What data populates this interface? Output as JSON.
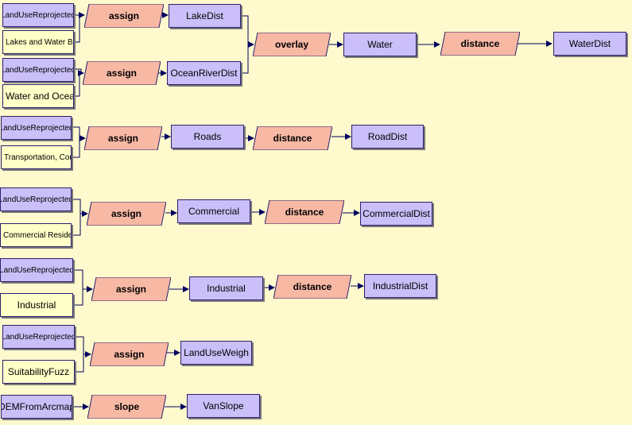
{
  "colors": {
    "background": "#FFFACD",
    "data_fill": "#CABFF8",
    "input_fill": "#FFFFC8",
    "tool_fill": "#F7B8A4",
    "border": "#2a1f6e",
    "wire": "#000060"
  },
  "model": {
    "row1": {
      "in_a": "LandUseReprojected",
      "in_b": "Lakes and Water Bodies",
      "tool": "assign",
      "out": "LakeDist"
    },
    "row2": {
      "in_a": "LandUseReprojected",
      "in_b": "Water and Ocean",
      "tool": "assign",
      "out": "OceanRiverDist"
    },
    "overlay": {
      "tool": "overlay",
      "out": "Water",
      "tool2": "distance",
      "out2": "WaterDist"
    },
    "row3": {
      "in_a": "LandUseReprojected",
      "in_b": "Transportation, Communication",
      "tool": "assign",
      "out": "Roads",
      "tool2": "distance",
      "out2": "RoadDist"
    },
    "row4": {
      "in_a": "LandUseReprojected",
      "in_b": "Commercial Residential",
      "tool": "assign",
      "out": "Commercial",
      "tool2": "distance",
      "out2": "CommercialDist"
    },
    "row5": {
      "in_a": "LandUseReprojected",
      "in_b": "Industrial",
      "tool": "assign",
      "out": "Industrial",
      "tool2": "distance",
      "out2": "IndustrialDist"
    },
    "row6": {
      "in_a": "LandUseReprojected",
      "in_b": "SuitabilityFuzz",
      "tool": "assign",
      "out": "LandUseWeigh"
    },
    "row7": {
      "in_a": "DEMFromArcmap",
      "tool": "slope",
      "out": "VanSlope"
    }
  }
}
